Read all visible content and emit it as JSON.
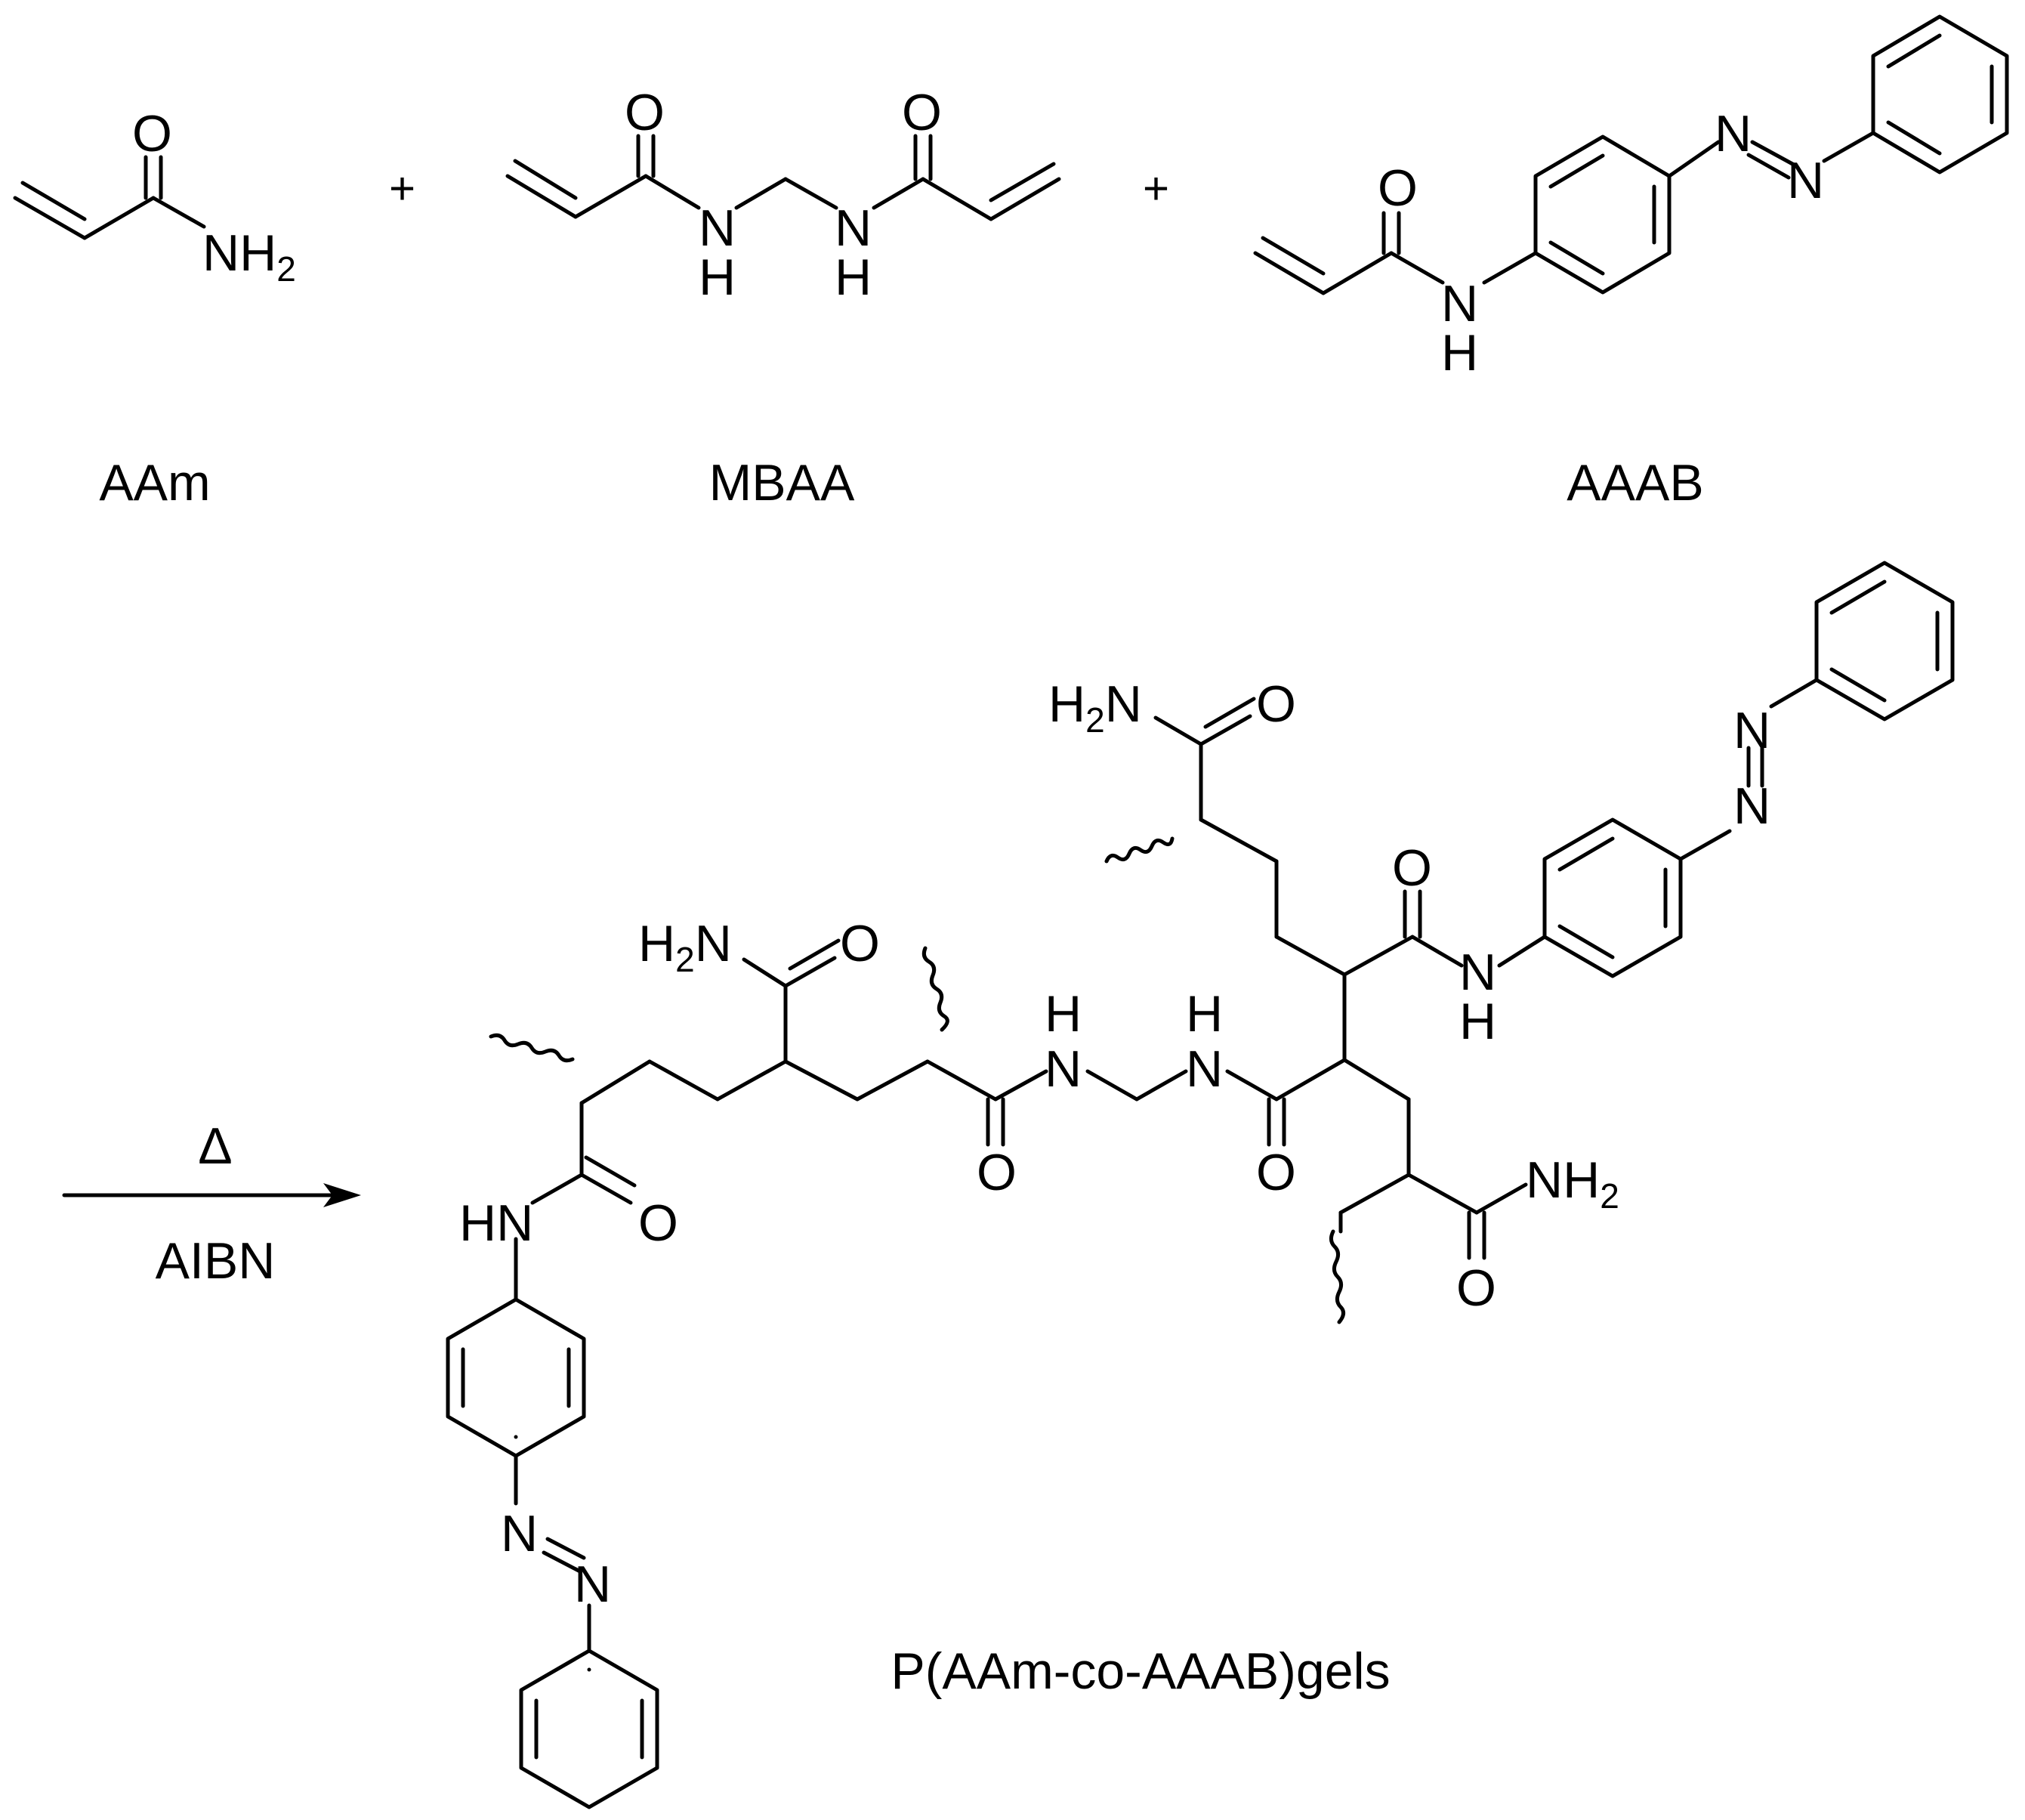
{
  "reactants": [
    {
      "name": "AAm"
    },
    {
      "name": "MBAA"
    },
    {
      "name": "AAAB"
    }
  ],
  "plus_sign": "+",
  "reaction": {
    "above_arrow": "Δ",
    "below_arrow": "AIBN"
  },
  "product": {
    "name": "P(AAm-co-AAAB)gels"
  },
  "atoms": {
    "O": "O",
    "N": "N",
    "H": "H",
    "NH": "NH",
    "HN": "HN",
    "NH2_main": "NH",
    "H2N_main": "H",
    "N_after_H2": "N",
    "sub2": "2"
  }
}
